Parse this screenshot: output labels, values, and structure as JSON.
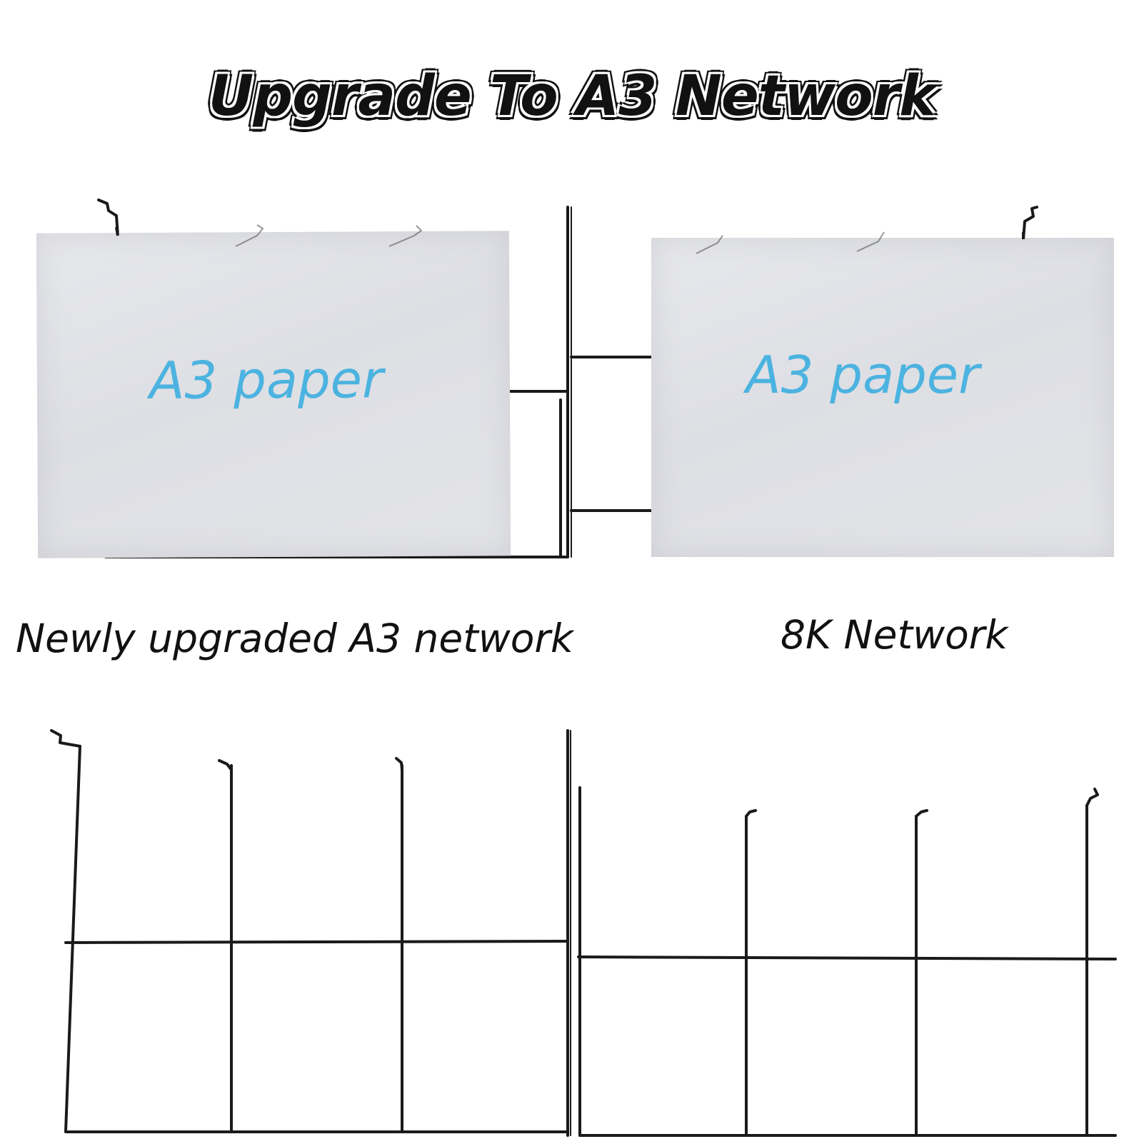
{
  "title": "Upgrade To A3 Network",
  "top_left": {
    "paper_label": "A3 paper",
    "caption": "Newly upgraded A3 network"
  },
  "top_right": {
    "paper_label": "A3 paper",
    "caption": "8K Network"
  }
}
